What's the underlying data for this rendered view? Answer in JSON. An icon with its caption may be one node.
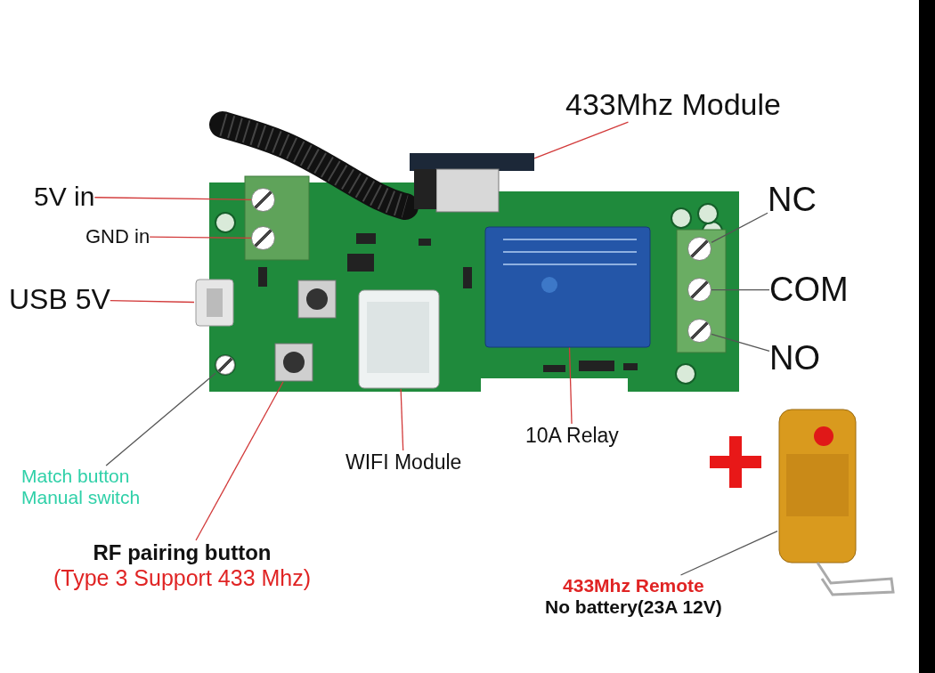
{
  "diagram": {
    "nodes": [
      {
        "text": [
          "433Mhz Module"
        ]
      },
      {
        "text": [],
        "shape": "picture"
      },
      {
        "text": [
          "5V in"
        ]
      },
      {
        "text": [],
        "shape": "circle"
      },
      {
        "text": [
          "GND in"
        ]
      },
      {
        "text": [],
        "shape": "circle"
      },
      {
        "text": [
          "USB 5V"
        ]
      },
      {
        "text": [],
        "shape": "picture"
      },
      {
        "text": [
          "NC"
        ]
      },
      {
        "text": [],
        "shape": "circle"
      },
      {
        "text": [
          "COM"
        ]
      },
      {
        "text": [],
        "shape": "circle"
      },
      {
        "text": [
          "NO"
        ]
      },
      {
        "text": [],
        "shape": "circle"
      },
      {
        "text": [
          "Match button",
          "Manual switch"
        ]
      },
      {
        "text": [],
        "shape": "circle"
      },
      {
        "text": [
          "RF pairing button",
          "(Type 3 Support 433 Mhz)"
        ]
      },
      {
        "text": [],
        "shape": "picture"
      },
      {
        "text": [
          "WIFI Module"
        ]
      },
      {
        "text": [],
        "shape": "picture"
      },
      {
        "text": [
          "10A Relay"
        ]
      },
      {
        "text": [],
        "shape": "picture"
      },
      {
        "text": [
          "433Mhz Remote",
          "No battery(23A 12V)"
        ]
      },
      {
        "text": [],
        "shape": "picture"
      }
    ],
    "edges": [
      {
        "from": 0,
        "to": 1,
        "arrow": "none"
      },
      {
        "from": 2,
        "to": 3,
        "arrow": "none"
      },
      {
        "from": 4,
        "to": 5,
        "arrow": "none"
      },
      {
        "from": 6,
        "to": 7,
        "arrow": "none"
      },
      {
        "from": 8,
        "to": 9,
        "arrow": "none",
        "color": "#555555"
      },
      {
        "from": 10,
        "to": 11,
        "arrow": "none",
        "color": "#555555"
      },
      {
        "from": 12,
        "to": 13,
        "arrow": "none",
        "color": "#555555"
      },
      {
        "from": 14,
        "to": 15,
        "arrow": "none",
        "color": "#555555"
      },
      {
        "from": 16,
        "to": 17,
        "arrow": "none"
      },
      {
        "from": 18,
        "to": 19,
        "arrow": "none"
      },
      {
        "from": 20,
        "to": 21,
        "arrow": "none"
      },
      {
        "from": 22,
        "to": 23,
        "arrow": "none",
        "color": "#555555"
      }
    ]
  }
}
